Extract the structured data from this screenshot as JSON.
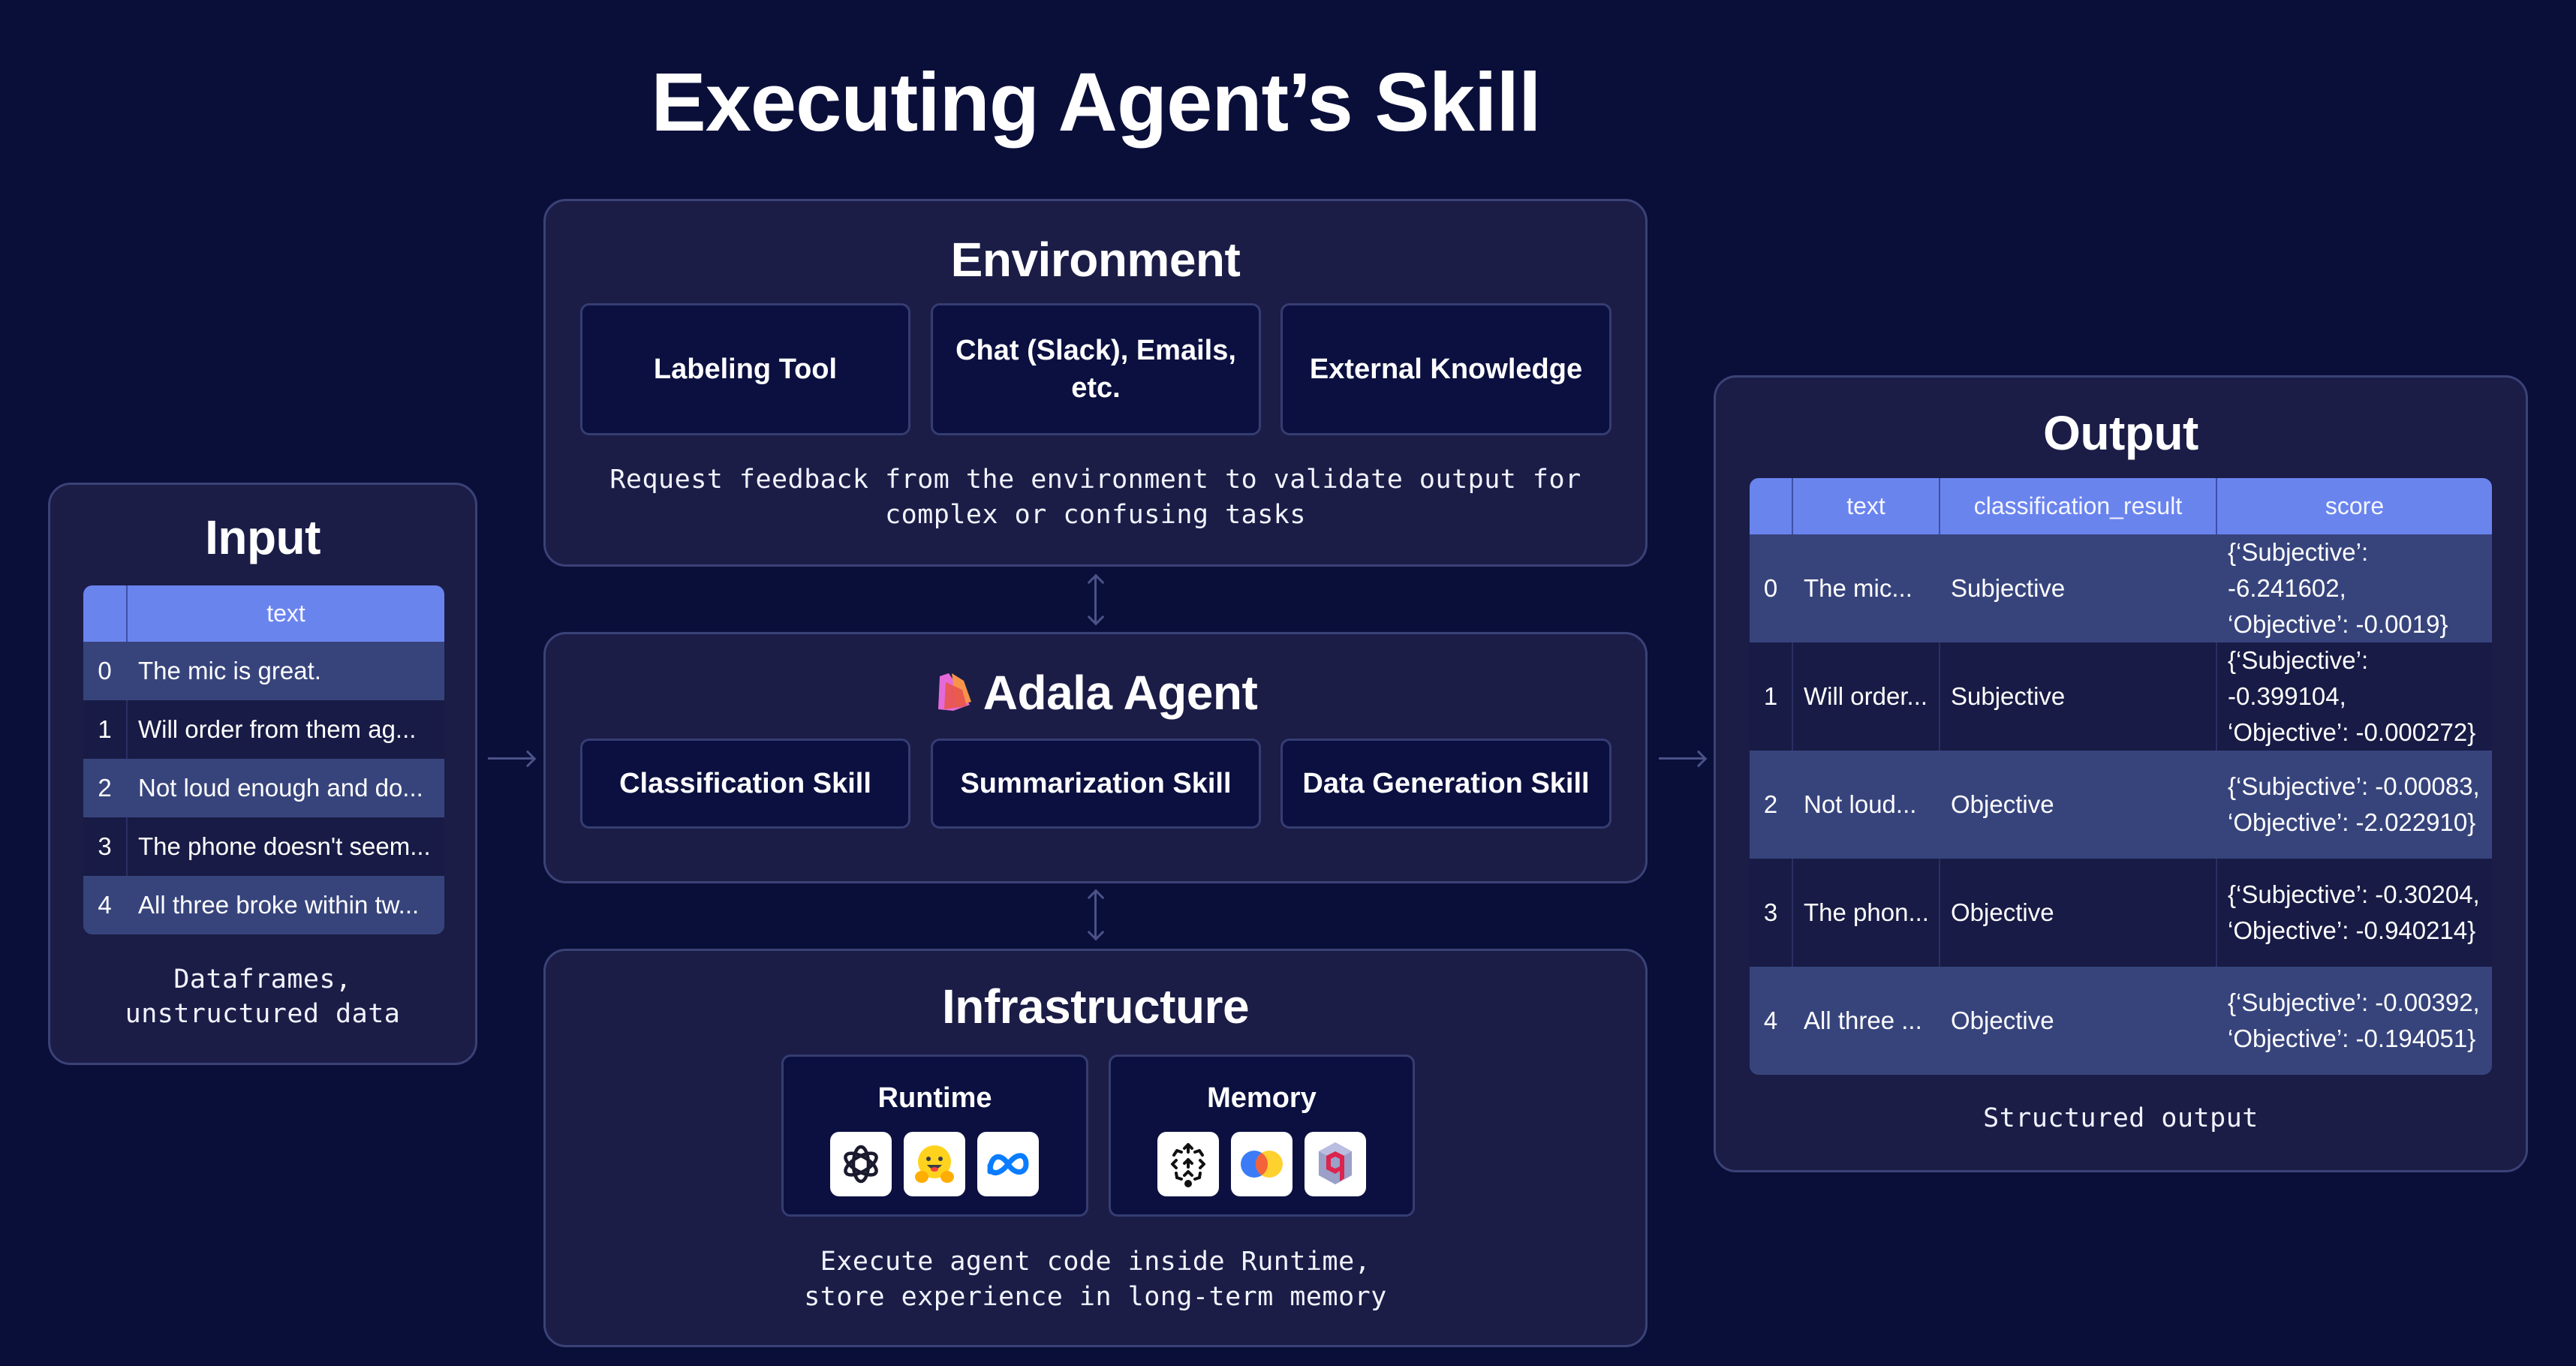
{
  "title": "Executing Agent’s Skill",
  "input": {
    "title": "Input",
    "table": {
      "columns": [
        "",
        "text"
      ],
      "rows": [
        {
          "index": "0",
          "text": "The mic is great."
        },
        {
          "index": "1",
          "text": "Will order from them ag..."
        },
        {
          "index": "2",
          "text": "Not loud enough and do..."
        },
        {
          "index": "3",
          "text": "The phone doesn't seem..."
        },
        {
          "index": "4",
          "text": "All three broke within tw..."
        }
      ]
    },
    "caption_line1": "Dataframes,",
    "caption_line2": "unstructured data"
  },
  "environment": {
    "title": "Environment",
    "items": [
      {
        "label": "Labeling Tool"
      },
      {
        "label_line1": "Chat (Slack), Emails,",
        "label_line2": "etc."
      },
      {
        "label": "External Knowledge"
      }
    ],
    "caption_line1": "Request feedback from the environment to validate output for",
    "caption_line2": "complex or confusing tasks"
  },
  "agent": {
    "title": "Adala Agent",
    "logo_icon": "adala-logo-icon",
    "skills": [
      {
        "label": "Classification Skill"
      },
      {
        "label": "Summarization Skill"
      },
      {
        "label": "Data Generation Skill"
      }
    ]
  },
  "infrastructure": {
    "title": "Infrastructure",
    "runtime": {
      "label": "Runtime",
      "icons": [
        "openai-icon",
        "huggingface-icon",
        "meta-icon"
      ]
    },
    "memory": {
      "label": "Memory",
      "icons": [
        "arrows-cluster-icon",
        "overlapping-circles-icon",
        "qdrant-icon"
      ]
    },
    "caption_line1": "Execute agent code inside Runtime,",
    "caption_line2": "store experience in long-term memory"
  },
  "output": {
    "title": "Output",
    "table": {
      "columns": [
        "",
        "text",
        "classification_result",
        "score"
      ],
      "rows": [
        {
          "index": "0",
          "text": "The mic...",
          "classification_result": "Subjective",
          "score_line1": "{‘Subjective’: -6.241602,",
          "score_line2": "‘Objective’: -0.0019}"
        },
        {
          "index": "1",
          "text": "Will order...",
          "classification_result": "Subjective",
          "score_line1": "{‘Subjective’: -0.399104,",
          "score_line2": "‘Objective’: -0.000272}"
        },
        {
          "index": "2",
          "text": "Not loud...",
          "classification_result": "Objective",
          "score_line1": "{‘Subjective’: -0.00083,",
          "score_line2": "‘Objective’: -2.022910}"
        },
        {
          "index": "3",
          "text": "The phon...",
          "classification_result": "Objective",
          "score_line1": "{‘Subjective’: -0.30204,",
          "score_line2": "‘Objective’: -0.940214}"
        },
        {
          "index": "4",
          "text": "All three ...",
          "classification_result": "Objective",
          "score_line1": "{‘Subjective’: -0.00392,",
          "score_line2": "‘Objective’: -0.194051}"
        }
      ]
    },
    "caption": "Structured output"
  },
  "colors": {
    "background": "#0a0f3a",
    "panel": "#1b1d47",
    "panel_border": "#3a4276",
    "card": "#0b1040",
    "table_header": "#6a84ee",
    "row_odd": "#37447c",
    "row_even": "#181b45"
  }
}
